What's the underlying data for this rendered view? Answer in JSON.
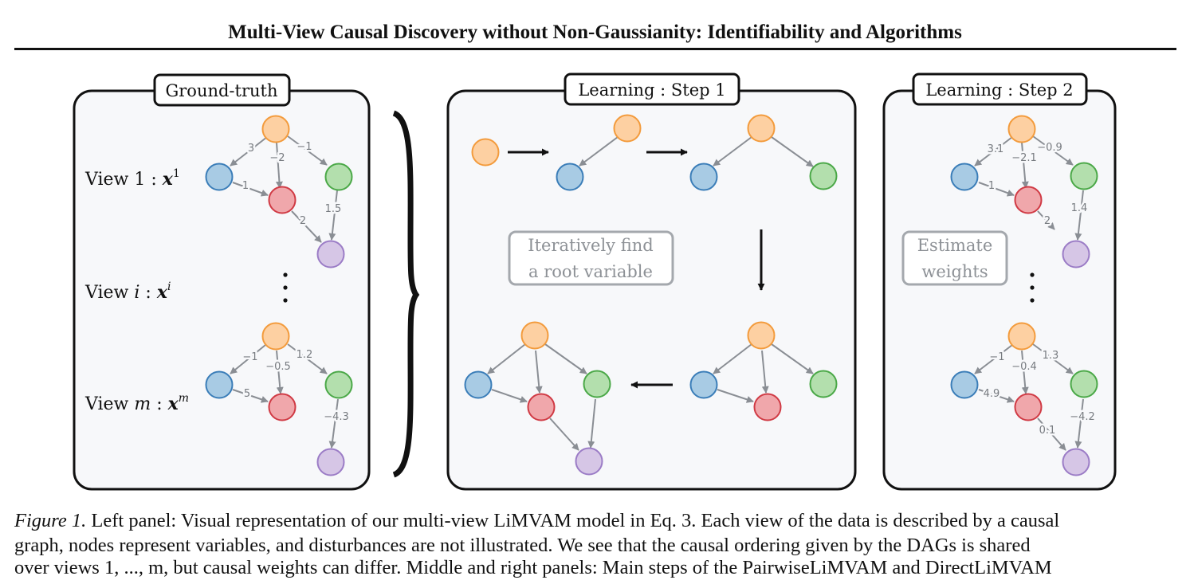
{
  "header": {
    "title": "Multi-View Causal Discovery without Non-Gaussianity: Identifiability and Algorithms"
  },
  "panels": {
    "left": {
      "label": "Ground-truth"
    },
    "middle": {
      "label": "Learning : Step 1",
      "note_line1": "Iteratively find",
      "note_line2": "a root variable"
    },
    "right": {
      "label": "Learning : Step 2",
      "note_line1": "Estimate",
      "note_line2": "weights"
    }
  },
  "views": {
    "view1": {
      "prefix": "View 1 : ",
      "var": "x",
      "sup": "1"
    },
    "viewi": {
      "prefix": "View ",
      "idx": "i",
      "colon": " : ",
      "var": "x",
      "sup": "i"
    },
    "viewm": {
      "prefix": "View ",
      "idx": "m",
      "colon": " : ",
      "var": "x",
      "sup": "m"
    }
  },
  "weights": {
    "gt_view1": {
      "orange_blue": "3",
      "orange_red": "−2",
      "orange_green": "−1",
      "blue_red": "1",
      "green_purple": "1.5",
      "red_purple": "2"
    },
    "gt_viewm": {
      "orange_blue": "−1",
      "orange_red": "−0.5",
      "orange_green": "1.2",
      "blue_red": "5",
      "green_purple": "−4.3"
    },
    "est_view1": {
      "orange_blue": "3.1",
      "orange_red": "−2.1",
      "orange_green": "−0.9",
      "blue_red": "1",
      "green_purple": "1.4",
      "red_purple": "2"
    },
    "est_viewm": {
      "orange_blue": "−1",
      "orange_red": "−0.4",
      "orange_green": "1.3",
      "blue_red": "4.9",
      "green_purple": "−4.2",
      "red_purple": "0.1"
    }
  },
  "caption": {
    "label": "Figure 1.",
    "line1": " Left panel: Visual representation of our multi-view LiMVAM model in Eq. 3. Each view of the data is described by a causal",
    "line2": "graph, nodes represent variables, and disturbances are not illustrated. We see that the causal ordering given by the DAGs is shared",
    "line3": "over views 1, ..., m, but causal weights can differ. Middle and right panels: Main steps of the PairwiseLiMVAM and DirectLiMVAM"
  },
  "colors": {
    "orange_fill": "#fdd0a2",
    "orange_stroke": "#f39b3c",
    "blue_fill": "#a8cbe4",
    "blue_stroke": "#3a7db8",
    "red_fill": "#f0a7ab",
    "red_stroke": "#d03a44",
    "green_fill": "#b3dfad",
    "green_stroke": "#4aa847",
    "purple_fill": "#d6c6e6",
    "purple_stroke": "#9b7cc6",
    "edge": "#8a8e94",
    "panel_bg": "#f7f8fa",
    "note_border": "#a4a8ad",
    "note_text": "#8d9196"
  }
}
